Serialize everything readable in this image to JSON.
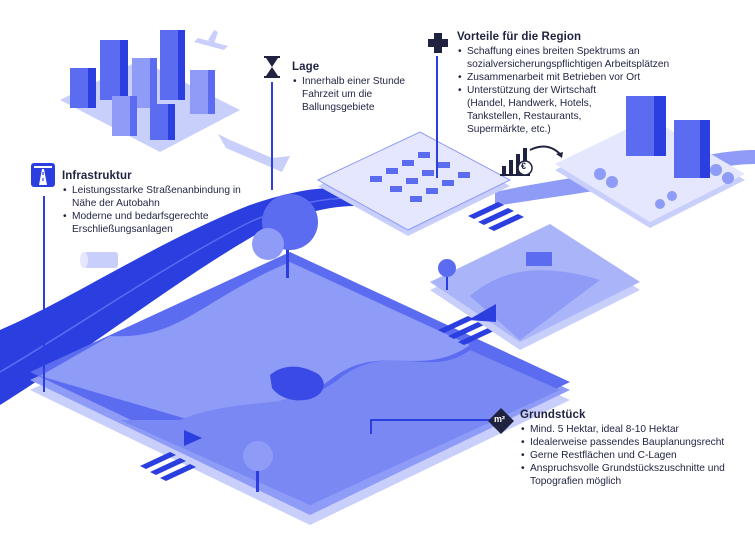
{
  "colors": {
    "primary": "#2b3ee0",
    "mid": "#5b6cf0",
    "light": "#8e9bf7",
    "pale": "#c9cffb",
    "paler": "#e4e7fd",
    "text": "#1f2340"
  },
  "infrastruktur": {
    "title": "Infrastruktur",
    "icon": "highway-icon",
    "items": [
      "Leistungsstarke Straßenanbindung in Nähe der Autobahn",
      "Moderne und bedarfsgerechte Erschließungsanlagen"
    ]
  },
  "lage": {
    "title": "Lage",
    "icon": "hourglass-icon",
    "items": [
      "Innerhalb einer Stunde Fahrzeit um die Ballungsgebiete"
    ]
  },
  "vorteile": {
    "title": "Vorteile für die Region",
    "icon": "plus-cross-icon",
    "items": [
      "Schaffung eines breiten Spektrums an sozialversicherungspflichtigen Arbeitsplätzen",
      "Zusammenarbeit mit Betrieben vor Ort",
      "Unterstützung der Wirtschaft (Handel, Handwerk, Hotels, Tankstellen, Restaurants, Supermärkte, etc.)"
    ]
  },
  "grundstueck": {
    "title": "Grundstück",
    "icon": "area-m2-icon",
    "icon_text": "m²",
    "items": [
      "Mind. 5 Hektar, ideal 8-10 Hektar",
      "Idealerweise passendes Bauplanungsrecht",
      "Gerne Restflächen und C-Lagen",
      "Anspruchsvolle Grundstückszuschnitte und Topografien möglich"
    ]
  },
  "euro_symbol": "€"
}
